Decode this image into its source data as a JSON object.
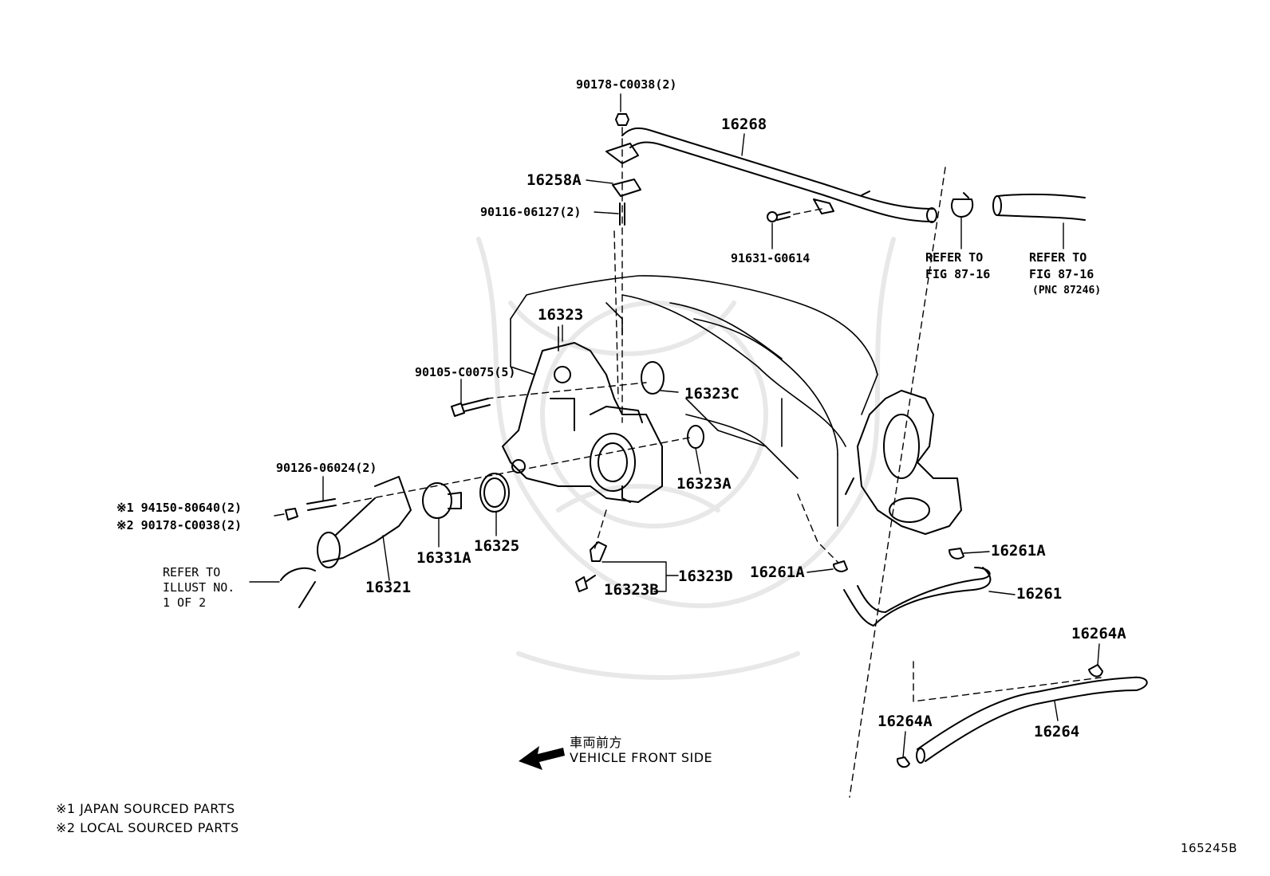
{
  "callouts": {
    "p90178_top": "90178-C0038(2)",
    "p16268": "16268",
    "p16258A": "16258A",
    "p90116": "90116-06127(2)",
    "p91631": "91631-G0614",
    "refer_fig_a": "REFER TO",
    "refer_fig_a2": "FIG 87-16",
    "refer_fig_b": "REFER TO",
    "refer_fig_b2": "FIG 87-16",
    "refer_fig_b3": "(PNC 87246)",
    "p16323": "16323",
    "p90105": "90105-C0075(5)",
    "p16323C": "16323C",
    "p16323A": "16323A",
    "p90126": "90126-06024(2)",
    "p94150": "※1 94150-80640(2)",
    "p90178_bot": "※2 90178-C0038(2)",
    "refer_illust1": "REFER TO",
    "refer_illust2": "ILLUST NO.",
    "refer_illust3": "1 OF 2",
    "p16321": "16321",
    "p16331A": "16331A",
    "p16325": "16325",
    "p16323D": "16323D",
    "p16323B": "16323B",
    "p16261A_left": "16261A",
    "p16261A_right": "16261A",
    "p16261": "16261",
    "p16264A_top": "16264A",
    "p16264A_bot": "16264A",
    "p16264": "16264"
  },
  "direction": {
    "jp": "車両前方",
    "en": "VEHICLE FRONT SIDE"
  },
  "legend": {
    "note1": "※1 JAPAN SOURCED PARTS",
    "note2": "※2 LOCAL SOURCED PARTS"
  },
  "figure_id": "165245B"
}
